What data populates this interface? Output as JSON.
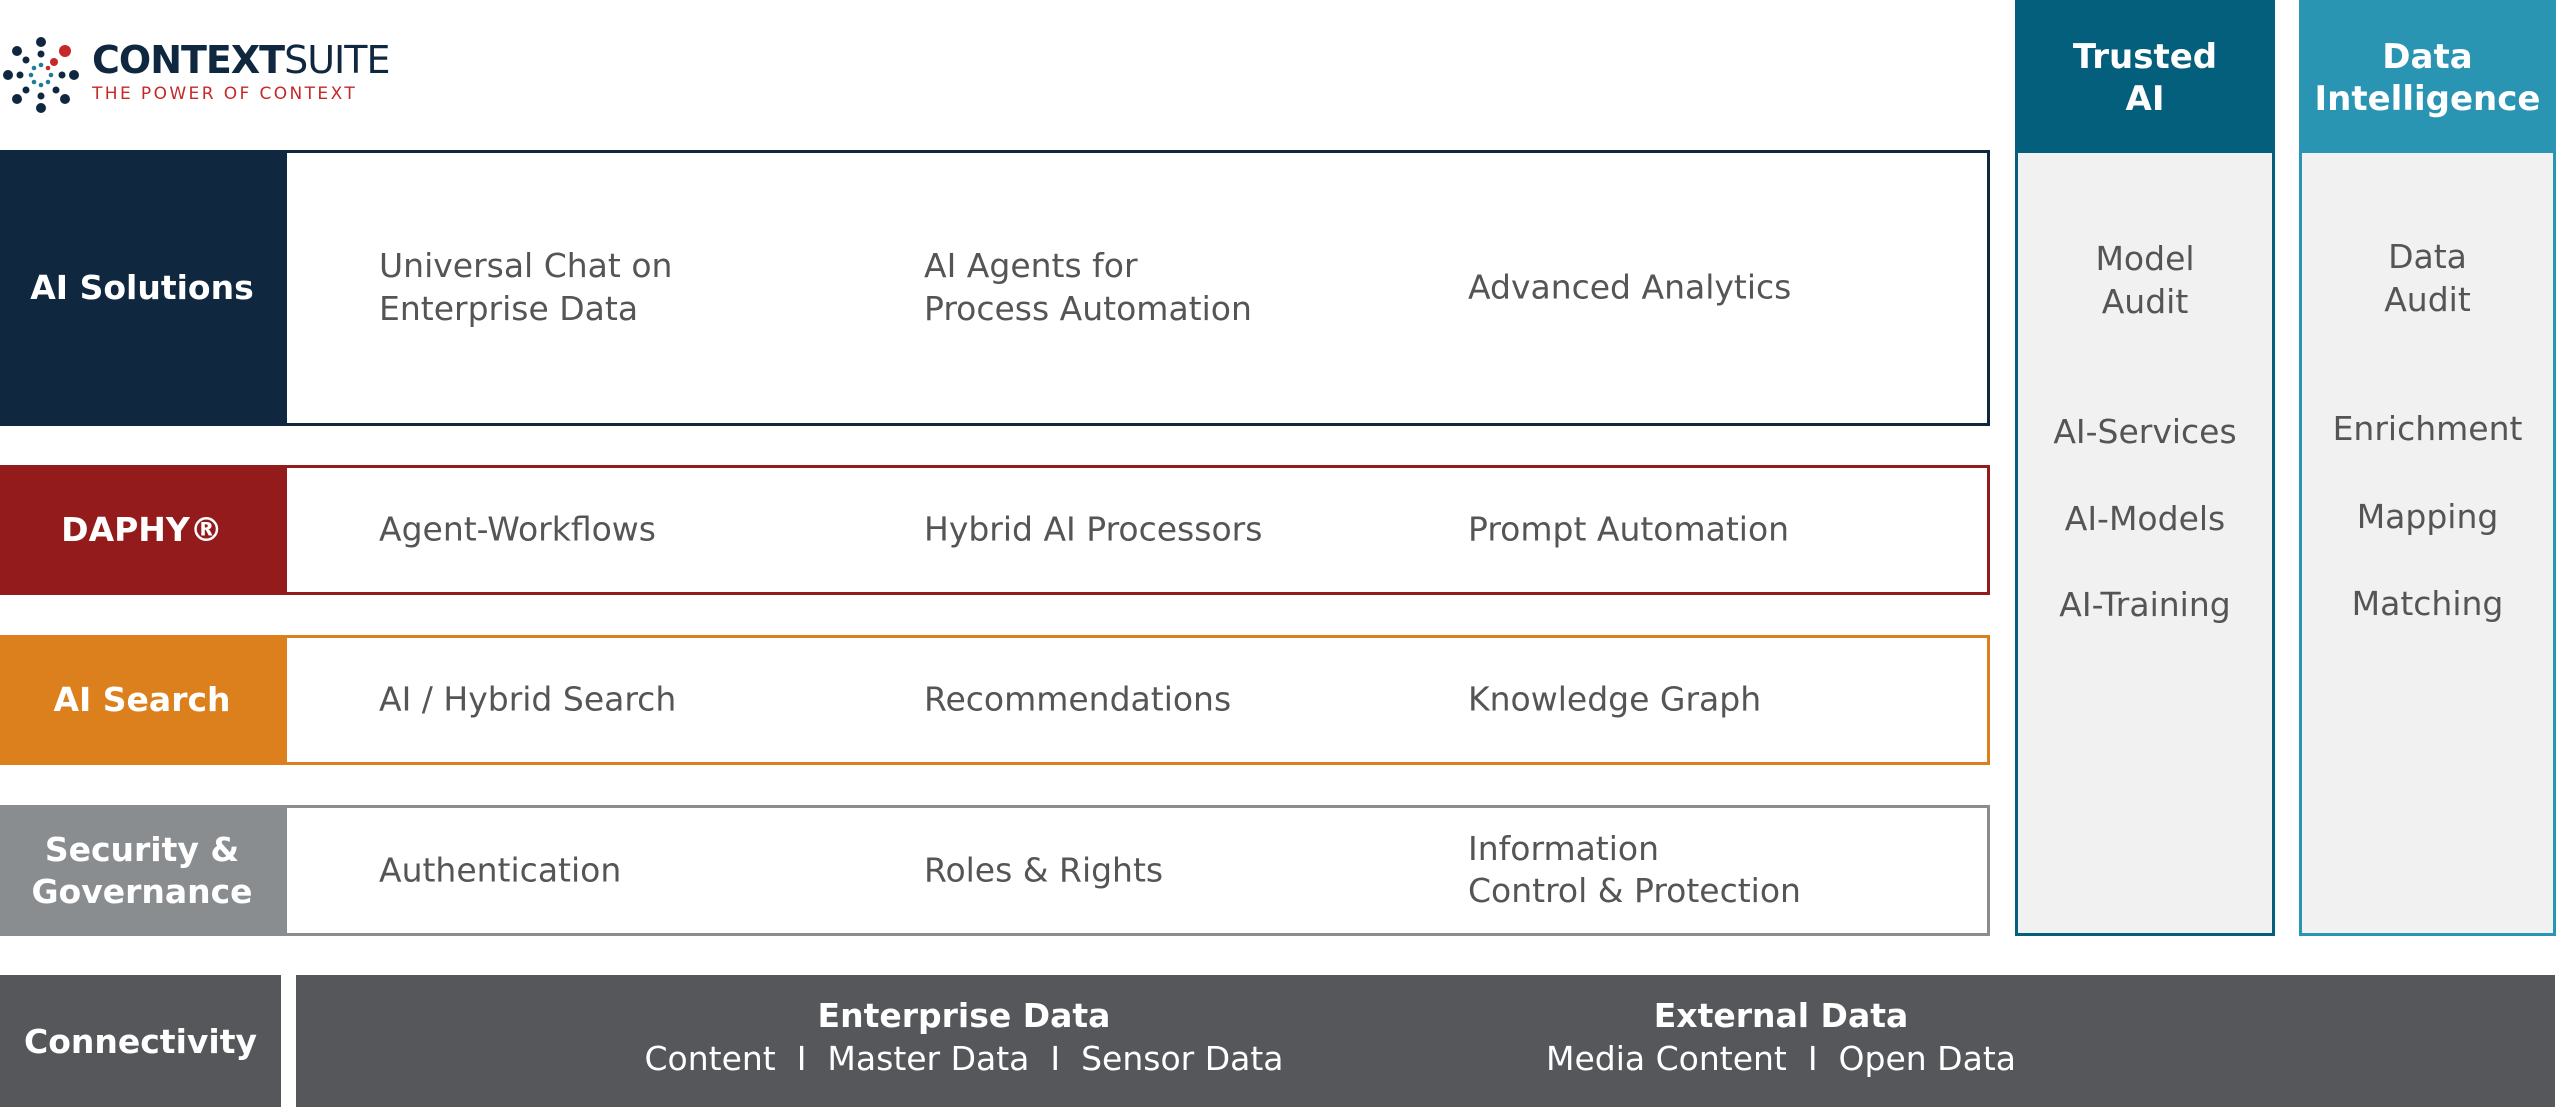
{
  "logo": {
    "name_bold": "CONTEXT",
    "name_light": "SUITE",
    "tagline": "THE POWER OF CONTEXT"
  },
  "colors": {
    "navy": "#0f2840",
    "red": "#941b1b",
    "orange": "#dc7f1d",
    "gray": "#8a8d90",
    "dark_gray": "#55575b",
    "teal_dark": "#045f7d",
    "teal_light": "#2a94b3"
  },
  "rows": [
    {
      "label": "AI Solutions",
      "items": [
        "Universal Chat on\nEnterprise Data",
        "AI Agents for\nProcess Automation",
        "Advanced Analytics"
      ]
    },
    {
      "label": "DAPHY®",
      "items": [
        "Agent-Workflows",
        "Hybrid AI Processors",
        "Prompt Automation"
      ]
    },
    {
      "label": "AI Search",
      "items": [
        "AI / Hybrid Search",
        "Recommendations",
        "Knowledge Graph"
      ]
    },
    {
      "label": "Security &\nGovernance",
      "items": [
        "Authentication",
        "Roles & Rights",
        "Information\nControl & Protection"
      ]
    }
  ],
  "columns": [
    {
      "title": "Trusted\nAI",
      "items": [
        "Model\nAudit",
        "AI-Services",
        "AI-Models",
        "AI-Training"
      ]
    },
    {
      "title": "Data\nIntelligence",
      "items": [
        "Data\nAudit",
        "Enrichment",
        "Mapping",
        "Matching"
      ]
    }
  ],
  "connectivity": {
    "label": "Connectivity",
    "groups": [
      {
        "title": "Enterprise Data",
        "detail": "Content  I  Master Data  I  Sensor Data"
      },
      {
        "title": "External Data",
        "detail": "Media Content  I  Open Data"
      }
    ]
  }
}
